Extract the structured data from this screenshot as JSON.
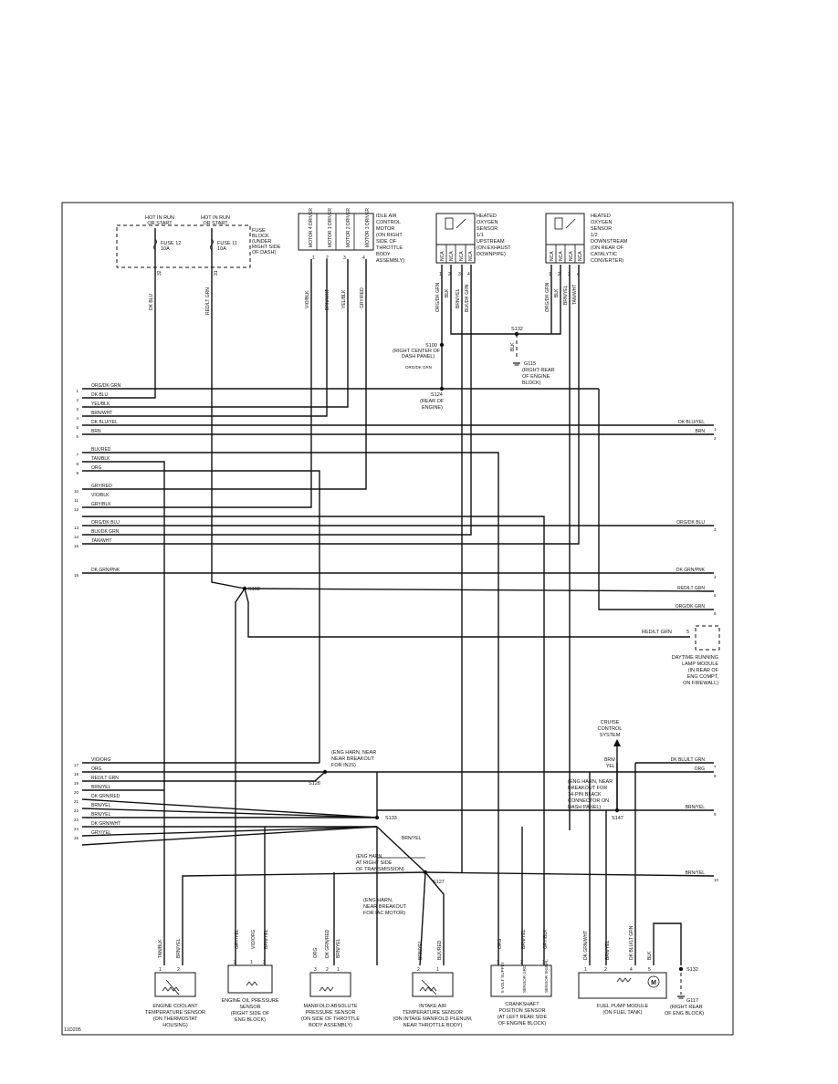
{
  "fuse_block": {
    "hot_left": [
      "HOT IN RUN",
      "OR START"
    ],
    "hot_right": [
      "HOT IN RUN",
      "OR START"
    ],
    "fuse12": [
      "FUSE 12",
      "10A"
    ],
    "fuse11": [
      "FUSE 11",
      "10A"
    ],
    "label": [
      "FUSE",
      "BLOCK",
      "(UNDER",
      "RIGHT SIDE",
      "OF DASH)"
    ],
    "pin_left": "32",
    "pin_right": "31"
  },
  "iac_motor": {
    "label": [
      "IDLE AIR",
      "CONTROL",
      "MOTOR",
      "(ON RIGHT",
      "SIDE OF",
      "THROTTLE",
      "BODY",
      "ASSEMBLY)"
    ],
    "cells": [
      "MOTOR 4 DRIVER",
      "MOTOR 1 DRIVER",
      "MOTOR 2 DRIVER",
      "MOTOR 3 DRIVER"
    ],
    "pins": [
      "1",
      "2",
      "3",
      "4"
    ]
  },
  "o2_upstream": {
    "label": [
      "HEATED",
      "OXYGEN",
      "SENSOR",
      "1/1",
      "UPSTREAM",
      "(ON EXHAUST",
      "DOWNPIPE)"
    ],
    "cells": [
      "NCA",
      "NCA",
      "NCA",
      "NCA"
    ],
    "pins": [
      "1",
      "2",
      "3",
      "4"
    ]
  },
  "o2_downstream": {
    "label": [
      "HEATED",
      "OXYGEN",
      "SENSOR",
      "1/2",
      "DOWNSTREAM",
      "(ON REAR OF",
      "CATALYTIC",
      "CONVERTER)"
    ],
    "cells": [
      "NCA",
      "NCA",
      "NCA",
      "NCA"
    ],
    "pins": [
      "1",
      "2",
      "3",
      "4"
    ]
  },
  "vertical_wire_labels": {
    "dk_blu": "DK BLU",
    "red_lt_grn": "RED/LT GRN",
    "vio_blk": "VIO/BLK",
    "brn_wht": "BRN/WHT",
    "yel_blk": "YEL/BLK",
    "gry_red": "GRY/RED",
    "up_org": "ORG/DK GRN",
    "up_blk": "BLK",
    "up_brn_yel": "BRN/YEL",
    "up_blk_grn": "BLK/DK GRN",
    "dn_org": "ORG/DK GRN",
    "dn_blk": "BLK",
    "dn_brn_yel": "BRN/YEL",
    "dn_tan": "TAN/WHT"
  },
  "splices": {
    "s100": [
      "S100",
      "(RIGHT CENTER OF",
      "DASH PANEL)"
    ],
    "s132_top": "S132",
    "blk": "BLK",
    "g115": [
      "G115",
      "(RIGHT REAR",
      "OF ENGINE",
      "BLOCK)"
    ],
    "s124": [
      "S124",
      "(REAR OF",
      "ENGINE)"
    ],
    "org_dk_grn_note": "ORG/DK GRN",
    "s102": "S102",
    "s128": "S128",
    "s128_note": [
      "(ENG HARN, NEAR",
      "NEAR BREAKOUT",
      "FOR INJS)"
    ],
    "s133": "S133",
    "s133_wire": "BRN/YEL",
    "s133_note": [
      "(ENG HARN,",
      "AT RIGHT SIDE",
      "OF TRANSMISSION)"
    ],
    "s127": "S127",
    "s127_note": [
      "(ENG HARN,",
      "NEAR BREAKOUT",
      "FOR IAC MOTOR)"
    ],
    "s147": "S147",
    "s147_note": [
      "(ENG HARN, NEAR",
      "BREAKOUT FOR",
      "14-PIN BLACK",
      "CONNECTOR ON",
      "DASH PANEL)"
    ],
    "s132_bottom": "S132",
    "g117": [
      "G117",
      "(RIGHT REAR",
      "OF ENG BLOCK)"
    ]
  },
  "left_connector": [
    {
      "pin": "1",
      "wire": "ORG/DK GRN"
    },
    {
      "pin": "2",
      "wire": "DK BLU"
    },
    {
      "pin": "3",
      "wire": "YEL/BLK"
    },
    {
      "pin": "4",
      "wire": "BRN/WHT"
    },
    {
      "pin": "5",
      "wire": "DK BLU/YEL"
    },
    {
      "pin": "6",
      "wire": "BRN"
    },
    {
      "pin": "7",
      "wire": "BLK/RED"
    },
    {
      "pin": "8",
      "wire": "TAN/BLK"
    },
    {
      "pin": "9",
      "wire": "ORG"
    },
    {
      "pin": "10",
      "wire": "GRY/RED"
    },
    {
      "pin": "11",
      "wire": "VIO/BLK"
    },
    {
      "pin": "12",
      "wire": "GRY/BLK"
    },
    {
      "pin": "13",
      "wire": "ORG/DK BLU"
    },
    {
      "pin": "14",
      "wire": "BLK/DK GRN"
    },
    {
      "pin": "15",
      "wire": "TAN/WHT"
    },
    {
      "pin": "16",
      "wire": "DK GRN/PNK"
    },
    {
      "pin": "17",
      "wire": "VIO/ORG"
    },
    {
      "pin": "18",
      "wire": "ORG"
    },
    {
      "pin": "19",
      "wire": "RED/LT GRN"
    },
    {
      "pin": "20",
      "wire": "BRN/YEL"
    },
    {
      "pin": "21",
      "wire": "DK GRN/RED"
    },
    {
      "pin": "22",
      "wire": "BRN/YEL"
    },
    {
      "pin": "23",
      "wire": "BRN/YEL"
    },
    {
      "pin": "24",
      "wire": "DK GRN/WHT"
    },
    {
      "pin": "25",
      "wire": "GRY/YEL"
    }
  ],
  "right_connector": [
    {
      "pin": "1",
      "wire": "DK BLU/YEL"
    },
    {
      "pin": "2",
      "wire": "BRN"
    },
    {
      "pin": "3",
      "wire": "ORG/DK BLU"
    },
    {
      "pin": "4",
      "wire": "DK GRN/PNK"
    },
    {
      "pin": "5",
      "wire": "RED/LT GRN"
    },
    {
      "pin": "6",
      "wire": "ORG/DK GRN"
    },
    {
      "pin": "7",
      "wire": "DK BLU/LT GRN"
    },
    {
      "pin": "8",
      "wire": "ORG"
    },
    {
      "pin": "9",
      "wire": "BRN/YEL"
    },
    {
      "pin": "10",
      "wire": "BRN/YEL"
    }
  ],
  "drl": {
    "wire": "RED/LT GRN",
    "pin": "5",
    "label": [
      "DAYTIME RUNNING",
      "LAMP MODULE",
      "(IN REAR OF",
      "ENG COMPT,",
      "ON FIREWALL)"
    ]
  },
  "cruise": {
    "label": [
      "CRUISE",
      "CONTROL",
      "SYSTEM"
    ],
    "wire": [
      "BRN/",
      "YEL"
    ]
  },
  "sensors": {
    "coolant": {
      "wires": [
        "TAN/BLK",
        "BRN/YEL"
      ],
      "pins": [
        "1",
        "2"
      ],
      "label": [
        "ENGINE COOLANT",
        "TEMPERATURE SENSOR",
        "(ON THERMOSTAT",
        "HOUSING)"
      ]
    },
    "oil_pressure": {
      "wires": [
        "GRY/YEL",
        "VIO/ORG",
        "BRN/YEL"
      ],
      "pins": [
        "2",
        "1",
        "3"
      ],
      "label": [
        "ENGINE OIL PRESSURE",
        "SENSOR",
        "(RIGHT SIDE OF",
        "ENG BLOCK)"
      ]
    },
    "map": {
      "wires": [
        "ORG",
        "DK GRN/RED",
        "BRN/YEL"
      ],
      "pins": [
        "3",
        "2",
        "1"
      ],
      "label": [
        "MANIFOLD ABSOLUTE",
        "PRESSURE SENSOR",
        "(ON SIDE OF THROTTLE",
        "BODY ASSEMBLY)"
      ]
    },
    "iat": {
      "wires": [
        "BRN/YEL",
        "BLK/RED"
      ],
      "pins": [
        "2",
        "1"
      ],
      "label": [
        "INTAKE AIR",
        "TEMPERATURE SENSOR",
        "(ON INTAKE MANIFOLD PLENUM,",
        "NEAR THROTTLE BODY)"
      ]
    },
    "ckp": {
      "wires": [
        "ORG",
        "BRN/YEL",
        "GRY/BLK"
      ],
      "pins": [
        "1",
        "2",
        "3"
      ],
      "cells": [
        "5 VOLT SUPPLY",
        "SENSOR GRD",
        "SENSOR SIGNAL"
      ],
      "label": [
        "CRANKSHAFT",
        "POSITION SENSOR",
        "(AT LEFT REAR SIDE",
        "OF ENGINE BLOCK)"
      ]
    },
    "fuel_pump": {
      "wires": [
        "DK GRN/WHT",
        "BRN/YEL",
        "DK BLU/LT GRN",
        "BLK"
      ],
      "pins": [
        "1",
        "2",
        "4",
        "5"
      ],
      "motor": "M",
      "label": [
        "FUEL PUMP MODULE",
        "(ON FUEL TANK)"
      ]
    }
  },
  "figure_id": "11D205"
}
